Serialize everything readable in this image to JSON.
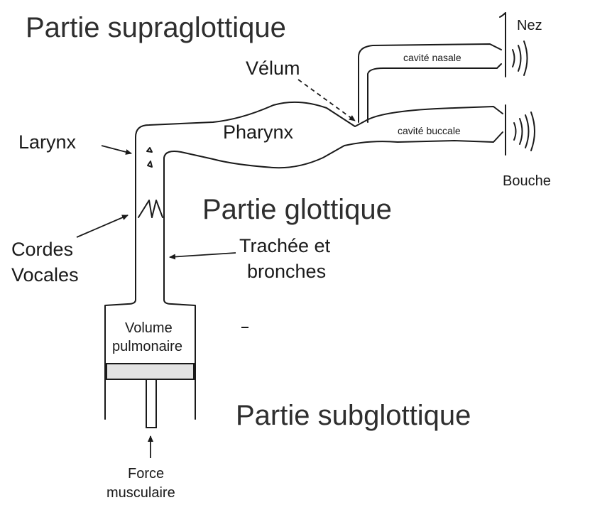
{
  "regions": {
    "supraglottic": "Partie supraglottique",
    "glottic": "Partie glottique",
    "subglottic": "Partie subglottique"
  },
  "labels": {
    "nose": "Nez",
    "mouth": "Bouche",
    "velum": "Vélum",
    "pharynx": "Pharynx",
    "larynx": "Larynx",
    "nasal_cavity": "cavité nasale",
    "oral_cavity": "cavité buccale",
    "vocal_cords_line1": "Cordes",
    "vocal_cords_line2": "Vocales",
    "trachea_line1": "Trachée et",
    "trachea_line2": "bronches",
    "lung_volume_line1": "Volume",
    "lung_volume_line2": "pulmonaire",
    "muscle_force_line1": "Force",
    "muscle_force_line2": "musculaire"
  }
}
